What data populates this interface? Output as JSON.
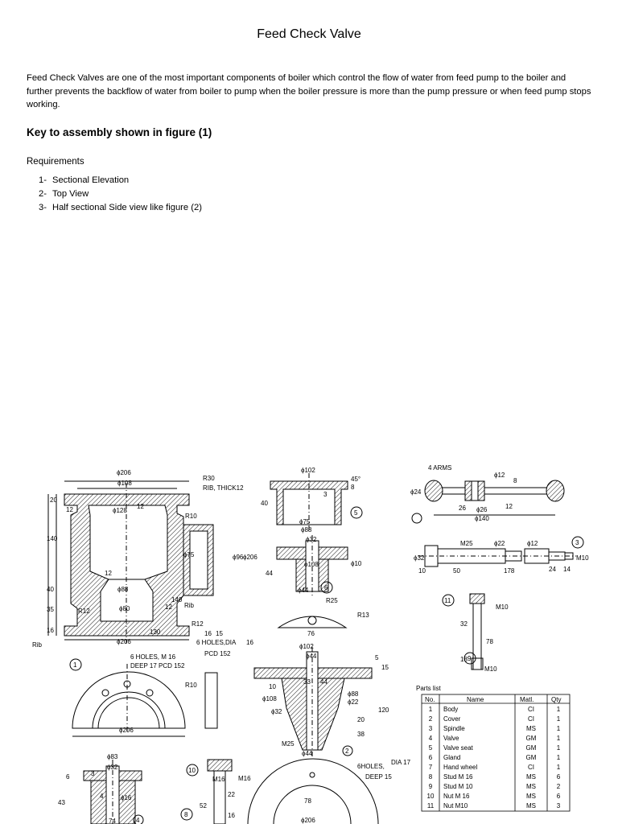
{
  "document": {
    "title": "Feed Check Valve",
    "intro": "Feed Check Valves are one of the most important components of boiler which control the flow of water from feed pump to the boiler and further prevents the backflow of water from boiler to pump when the boiler pressure is more than the pump pressure or when feed pump stops working.",
    "heading": "Key to assembly shown in figure (1)",
    "requirements_label": "Requirements",
    "requirements": [
      {
        "num": "1-",
        "text": "Sectional Elevation"
      },
      {
        "num": "2-",
        "text": "Top View"
      },
      {
        "num": "3-",
        "text": "Half sectional Side view like figure (2)"
      }
    ]
  },
  "drawing": {
    "body_dims": {
      "d206_top": "ϕ206",
      "d108": "ϕ108",
      "d128": "ϕ128",
      "r30": "R30",
      "rib_thick": "RIB, THICK12",
      "r10": "R10",
      "h20": "20",
      "h12a": "12",
      "h12b": "12",
      "h140": "140",
      "h40": "40",
      "h35": "35",
      "h16": "16",
      "d88": "ϕ88",
      "d80": "ϕ80",
      "r12": "R12",
      "w130": "130",
      "d206_bot": "ϕ206",
      "rib": "Rib",
      "d75": "ϕ75",
      "d96": "ϕ96",
      "d206_side": "ϕ206",
      "h12c": "12",
      "h12d": "12",
      "h140b": "140",
      "r12b": "R12",
      "rib_small": "Rib",
      "w16": "16",
      "w15": "15",
      "holes": "6 HOLES,DIA",
      "holes_dia": "16",
      "pcd": "PCD 152",
      "r25": "R25"
    },
    "body_bottom": {
      "holes": "6 HOLES, M 16",
      "deep": "DEEP 17 PCD 152",
      "r10": "R10",
      "d206": "ϕ206",
      "circle_num": "1"
    },
    "seat": {
      "d83": "ϕ83",
      "d32": "ϕ32",
      "h6": "6",
      "h3": "3",
      "h43": "43",
      "h4": "4",
      "d16": "ϕ16",
      "w74": "74",
      "circle_num": "4"
    },
    "cover": {
      "d102": "ϕ102",
      "d75": "ϕ75",
      "d88": "ϕ88",
      "h40": "40",
      "h3": "3",
      "h8": "8",
      "h45": "45°",
      "circle_num": "5"
    },
    "gland": {
      "d32": "ϕ32",
      "d108": "ϕ108",
      "h44": "44",
      "d10": "ϕ10",
      "d44": "ϕ44",
      "r25": "R25",
      "r13": "R13",
      "w76": "76",
      "circle_num": "6"
    },
    "valve": {
      "d102": "ϕ102",
      "d44": "ϕ44",
      "h10": "10",
      "h33": "33",
      "h44": "44",
      "h15": "15",
      "h5": "5",
      "d108": "ϕ108",
      "d32": "ϕ32",
      "d88": "ϕ88",
      "d22": "ϕ22",
      "h120": "120",
      "h20": "20",
      "h38": "38",
      "m25": "M25",
      "circle_num": "2",
      "holes": "6HOLES,",
      "holes_dia": "DIA 17",
      "deep": "DEEP 15",
      "w78": "78",
      "d206": "ϕ206"
    },
    "wheel": {
      "arms": "4 ARMS",
      "d12": "ϕ12",
      "h8": "8",
      "d24": "ϕ24",
      "h26": "26",
      "d26": "ϕ26",
      "d140": "ϕ140",
      "h12": "12"
    },
    "spindle": {
      "m25": "M25",
      "d22": "ϕ22",
      "d32": "ϕ32",
      "d12": "ϕ12",
      "w10": "10",
      "w50": "50",
      "w178": "178",
      "w24": "24",
      "w14": "14",
      "m10": "M10",
      "circle_num": "3"
    },
    "nut": {
      "m10": "M10",
      "h32": "32",
      "circle_num": "11"
    },
    "stud": {
      "h78": "78",
      "d18": "18",
      "m10": "M10",
      "circle_num": "9"
    },
    "bolt": {
      "m16a": "M16",
      "m16b": "M16",
      "h52": "52",
      "h22": "22",
      "h16": "16",
      "circle10": "10",
      "circle8": "8"
    }
  },
  "parts_list": {
    "title": "Parts list",
    "headers": [
      "No.",
      "Name",
      "Matl.",
      "Qty"
    ],
    "rows": [
      {
        "no": "1",
        "name": "Body",
        "matl": "CI",
        "qty": "1"
      },
      {
        "no": "2",
        "name": "Cover",
        "matl": "CI",
        "qty": "1"
      },
      {
        "no": "3",
        "name": "Spindle",
        "matl": "MS",
        "qty": "1"
      },
      {
        "no": "4",
        "name": "Valve",
        "matl": "GM",
        "qty": "1"
      },
      {
        "no": "5",
        "name": "Valve seat",
        "matl": "GM",
        "qty": "1"
      },
      {
        "no": "6",
        "name": "Gland",
        "matl": "GM",
        "qty": "1"
      },
      {
        "no": "7",
        "name": "Hand wheel",
        "matl": "CI",
        "qty": "1"
      },
      {
        "no": "8",
        "name": "Stud M 16",
        "matl": "MS",
        "qty": "6"
      },
      {
        "no": "9",
        "name": "Stud M 10",
        "matl": "MS",
        "qty": "2"
      },
      {
        "no": "10",
        "name": "Nut M 16",
        "matl": "MS",
        "qty": "6"
      },
      {
        "no": "11",
        "name": "Nut M10",
        "matl": "MS",
        "qty": "3"
      }
    ]
  }
}
